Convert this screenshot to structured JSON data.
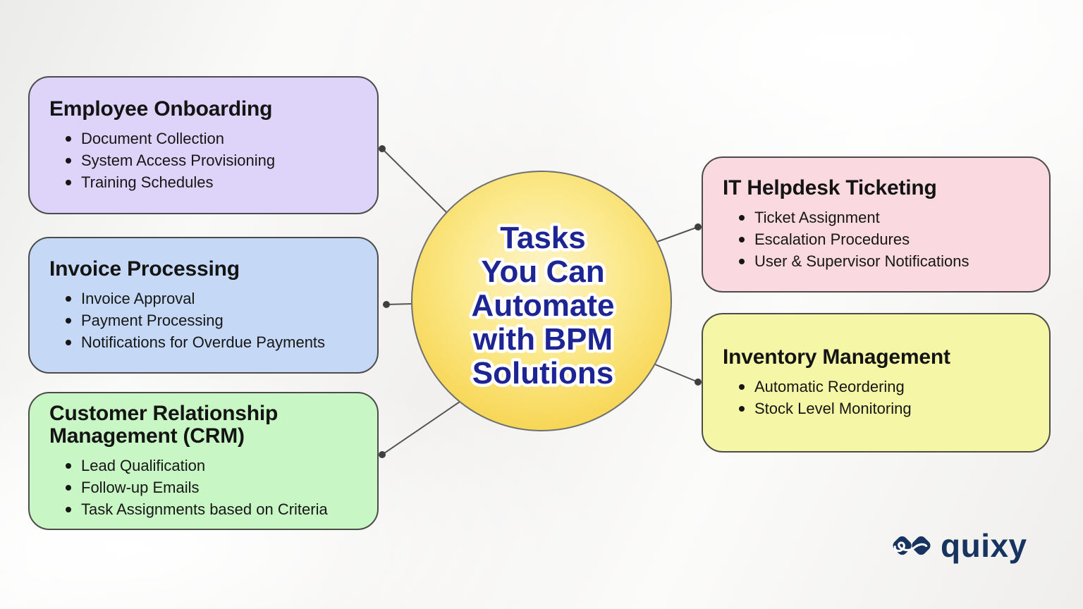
{
  "hub": {
    "title_lines": [
      "Tasks",
      "You Can",
      "Automate",
      "with BPM",
      "Solutions"
    ],
    "title_full": "Tasks You Can Automate with BPM Solutions",
    "fill_color": "#f7d654",
    "text_color": "#1d2493"
  },
  "boxes": [
    {
      "title": "Employee Onboarding",
      "items": [
        "Document Collection",
        "System Access Provisioning",
        "Training Schedules"
      ],
      "bg": "#ded3f8"
    },
    {
      "title": "Invoice Processing",
      "items": [
        "Invoice Approval",
        "Payment Processing",
        "Notifications for Overdue Payments"
      ],
      "bg": "#c5d9f7"
    },
    {
      "title": "Customer Relationship Management (CRM)",
      "items": [
        "Lead Qualification",
        "Follow-up Emails",
        "Task Assignments based on Criteria"
      ],
      "bg": "#c9f6c5"
    },
    {
      "title": "IT Helpdesk Ticketing",
      "items": [
        "Ticket Assignment",
        "Escalation Procedures",
        "User & Supervisor Notifications"
      ],
      "bg": "#fadae0"
    },
    {
      "title": "Inventory Management",
      "items": [
        "Automatic Reordering",
        "Stock Level Monitoring"
      ],
      "bg": "#f5f7a6"
    }
  ],
  "logo": {
    "text": "quixy",
    "color": "#17335f"
  },
  "connector_color": "#555555"
}
